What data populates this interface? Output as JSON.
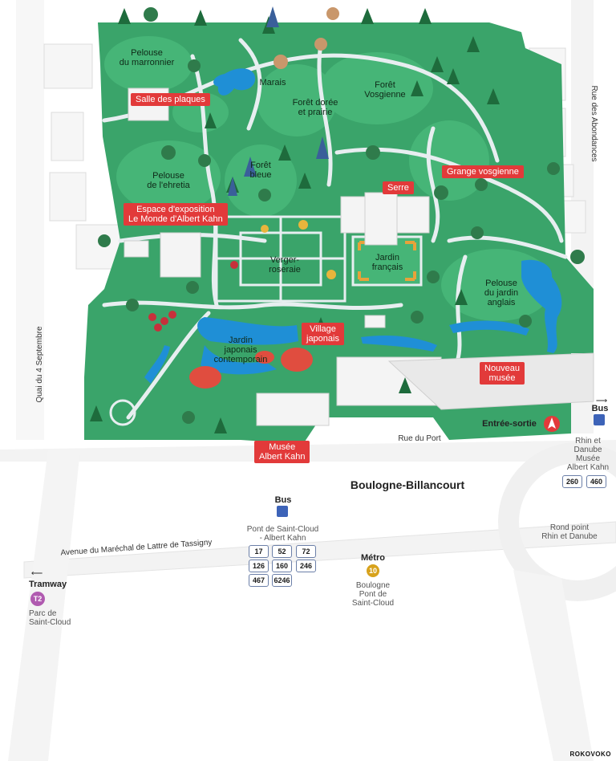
{
  "map": {
    "zones": [
      "Pelouse\ndu marronnier",
      "Marais",
      "Forêt\nVosgienne",
      "Forêt dorée\net prairie",
      "Pelouse\nde l'ehretia",
      "Forêt\nbleue",
      "Verger-\nroseraie",
      "Jardin\nfrançais",
      "Pelouse\ndu jardin\nanglais",
      "Jardin\njaponais\ncontemporain"
    ],
    "red_labels": [
      "Salle des plaques",
      "Grange vosgienne",
      "Serre",
      "Espace d'exposition\nLe Monde d'Albert Kahn",
      "Village\njaponais",
      "Nouveau\nmusée",
      "Musée\nAlbert Kahn"
    ],
    "streets": {
      "abondances": "Rue des Abondances",
      "quai": "Quai du 4 Septembre",
      "port": "Rue du Port",
      "avenue": "Avenue du Maréchal de Lattre de Tassigny"
    },
    "city": "Boulogne-Billancourt",
    "entrance": "Entrée-sortie",
    "rond_point": "Rond point\nRhin et Danube",
    "bus_right": {
      "title": "Bus",
      "stop": "Rhin et\nDanube\nMusée\nAlbert Kahn",
      "lines": [
        "260",
        "460"
      ]
    },
    "bus_center": {
      "title": "Bus",
      "stop": "Pont de Saint-Cloud\n- Albert Kahn",
      "lines": [
        "17",
        "52",
        "72",
        "126",
        "160",
        "246",
        "467",
        "6246"
      ]
    },
    "metro": {
      "title": "Métro",
      "line": "10",
      "stop": "Boulogne\nPont de\nSaint-Cloud"
    },
    "tram": {
      "title": "Tramway",
      "line": "T2",
      "stop": "Parc de\nSaint-Cloud"
    },
    "credit": "ROKOVOKO",
    "colors": {
      "park": "#3aa46a",
      "lawn": "#3fae6f",
      "path": "#e7eef0",
      "water": "#1f8fd6",
      "label_red": "#e23a3a",
      "tree": "#1e6b3c",
      "blue_tree": "#3a5f9a",
      "building": "#f4f4f4",
      "metro": "#d7a21c",
      "tram": "#b05ab0",
      "bus": "#3d63b8",
      "entrance": "#e23a3a"
    }
  }
}
